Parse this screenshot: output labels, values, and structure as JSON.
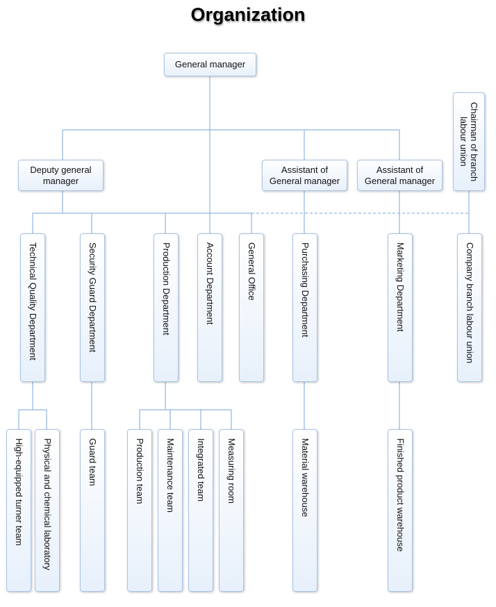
{
  "title": "Organization",
  "nodes": {
    "general_manager": "General manager",
    "deputy_gm": "Deputy general manager",
    "assistant_gm_1": "Assistant of General manager",
    "assistant_gm_2": "Assistant of General manager",
    "union_chairman": "Chairman of branch labour union",
    "technical_quality": "Technical Quality Department",
    "security_guard": "Security Guard Department",
    "production_dept": "Production Department",
    "account_dept": "Account Department",
    "general_office": "General Office",
    "purchasing_dept": "Purchasing Department",
    "marketing_dept": "Marketing Department",
    "company_union": "Company branch labour union",
    "turner_team": "High-equipped turner team",
    "physical_lab": "Physical and chemical laboratory",
    "guard_team": "Guard team",
    "production_team": "Production team",
    "maintenance_team": "Maintenance team",
    "integrated_team": "Integrated team",
    "measuring_room": "Measuring room",
    "material_warehouse": "Material warehouse",
    "finished_warehouse": "Finished product warehouse"
  },
  "colors": {
    "line": "#8fb3e3",
    "border": "#a9c4e6"
  }
}
